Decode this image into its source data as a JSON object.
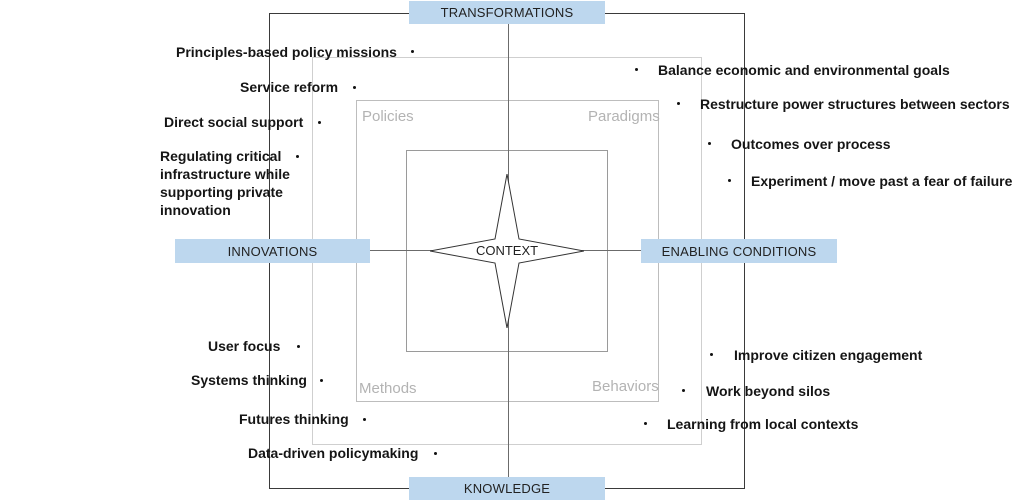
{
  "axes": {
    "top": "TRANSFORMATIONS",
    "bottom": "KNOWLEDGE",
    "left": "INNOVATIONS",
    "right": "ENABLING CONDITIONS"
  },
  "center": "CONTEXT",
  "quadrants": {
    "top_left": "Policies",
    "top_right": "Paradigms",
    "bottom_left": "Methods",
    "bottom_right": "Behaviors"
  },
  "policies": [
    "Principles-based policy missions",
    "Service reform",
    "Direct social support",
    "Regulating critical infrastructure while supporting private innovation"
  ],
  "paradigms": [
    "Balance economic and environmental goals",
    "Restructure power structures between sectors",
    "Outcomes over process",
    "Experiment / move past a fear of failure"
  ],
  "methods": [
    "User focus",
    "Systems thinking",
    "Futures thinking",
    "Data-driven policymaking"
  ],
  "behaviors": [
    "Improve citizen engagement",
    "Work beyond silos",
    "Learning from local contexts"
  ],
  "colors": {
    "axis_label_bg": "#bdd7ee",
    "frame": "#3a3a3a",
    "quadrant_label": "#b3b3b3"
  }
}
